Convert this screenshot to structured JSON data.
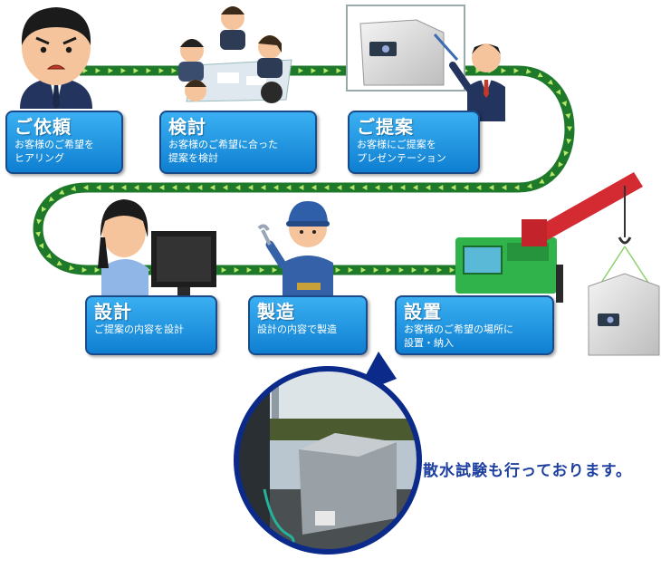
{
  "steps": [
    {
      "id": "irai",
      "title": "ご依頼",
      "desc": [
        "お客様のご希望を",
        "ヒアリング"
      ]
    },
    {
      "id": "kento",
      "title": "検討",
      "desc": [
        "お客様のご希望に合った",
        "提案を検討"
      ]
    },
    {
      "id": "teian",
      "title": "ご提案",
      "desc": [
        "お客様にご提案を",
        "プレゼンテーション"
      ]
    },
    {
      "id": "sekkei",
      "title": "設計",
      "desc": [
        "ご提案の内容を設計"
      ]
    },
    {
      "id": "seizo",
      "title": "製造",
      "desc": [
        "設計の内容で製造"
      ]
    },
    {
      "id": "setchi",
      "title": "設置",
      "desc": [
        "お客様のご希望の場所に",
        "設置・納入"
      ]
    }
  ],
  "photo_caption": "散水試験も行っております。",
  "colors": {
    "flow_band": "#1e7a2a",
    "flow_arrows": "#b8e86a",
    "box_fill": "#1a8fe0",
    "box_border": "#1a4a8a",
    "caption": "#1d3fa0"
  },
  "icons": [
    "angry-client-icon",
    "meeting-team-icon",
    "presenter-icon",
    "designer-at-pc-icon",
    "factory-worker-icon",
    "crane-truck-icon",
    "steel-box-photo"
  ]
}
